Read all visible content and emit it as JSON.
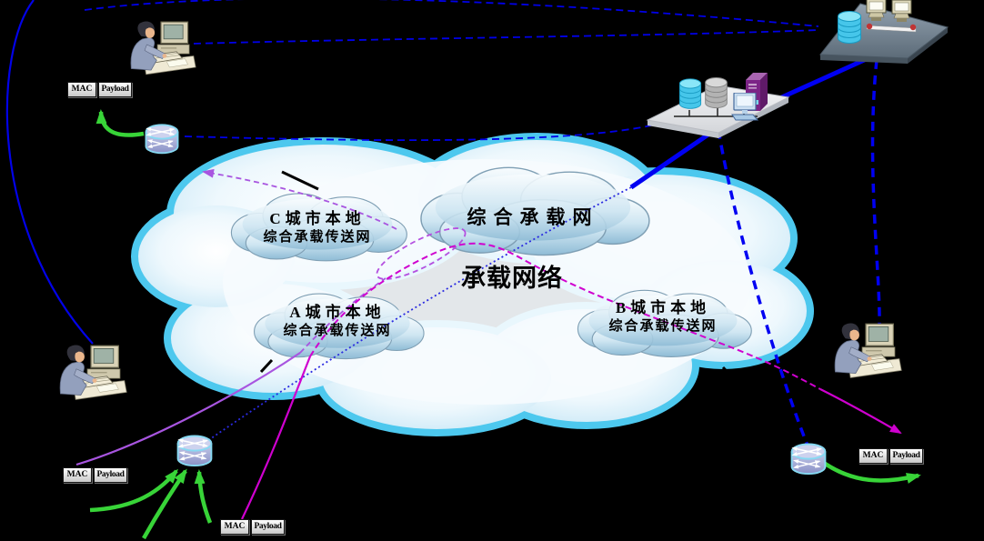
{
  "diagram": {
    "background_color": "#000000",
    "center_title": "承载网络",
    "clouds": {
      "core": {
        "label": "综合承载网"
      },
      "city_c": {
        "line1": "C城市本地",
        "line2": "综合承载传送网"
      },
      "city_a": {
        "line1": "A城市本地",
        "line2": "综合承载传送网"
      },
      "city_b": {
        "line1": "B城市本地",
        "line2": "综合承载传送网"
      }
    },
    "packet": {
      "mac": "MAC",
      "payload": "Payload"
    },
    "node_icons": [
      "user-workstation-top-left",
      "user-workstation-bottom-left",
      "user-workstation-bottom-right",
      "access-router-top-left",
      "access-router-bottom-left",
      "access-router-bottom-right",
      "server-platform-top-right",
      "datacenter-platform-middle-right"
    ],
    "line_colors": {
      "trunk_blue": "#0000ee",
      "tunnel_magenta": "#cf00cf",
      "tunnel_violet": "#a855e0",
      "flow_green": "#38d438",
      "access_tick_black": "#000000"
    }
  }
}
